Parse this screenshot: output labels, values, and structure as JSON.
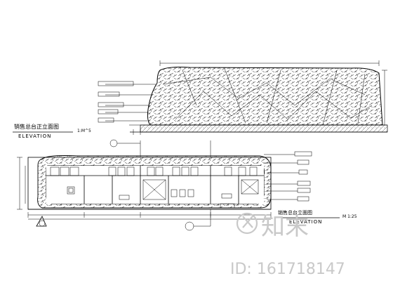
{
  "drawing": {
    "counter_side_view_title": "销售总台正立面图",
    "counter_side_view_subtitle": "ELEVATION",
    "counter_side_view_scale": "1:M^5",
    "counter_front_view_title": "销售总台立面图",
    "counter_front_view_subtitle": "ELEVATION",
    "counter_front_view_scale": "M 1:25"
  },
  "watermark": {
    "logo_text": "知末",
    "id_text": "ID: 161718147",
    "color": "#c9c9c9"
  },
  "colors": {
    "line": "#000000",
    "background": "#ffffff"
  }
}
